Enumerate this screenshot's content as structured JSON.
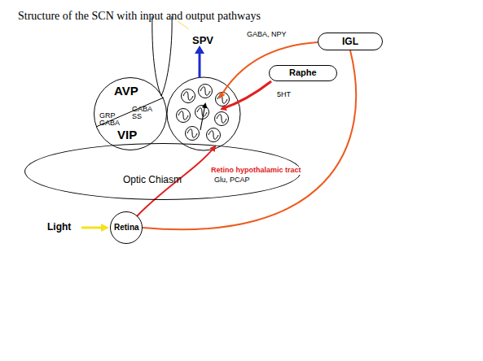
{
  "diagram": {
    "title": "Structure of the SCN with input and output pathways",
    "nodes": [
      {
        "text": [
          "AVP",
          "GRP GABA",
          "GABA SS",
          "VIP"
        ]
      },
      {
        "text": [
          "IGL"
        ]
      },
      {
        "text": [
          "Raphe"
        ]
      },
      {
        "text": [
          "Optic Chiasm"
        ]
      },
      {
        "text": [
          "Retina"
        ]
      }
    ],
    "edges": [
      {
        "from": 4,
        "to": 1,
        "arrow": "none"
      }
    ],
    "labels": [
      "SPV",
      "GABA, NPY",
      "5HT",
      "Retino hypothalamic tract",
      "Glu, PCAP",
      "Light"
    ]
  }
}
